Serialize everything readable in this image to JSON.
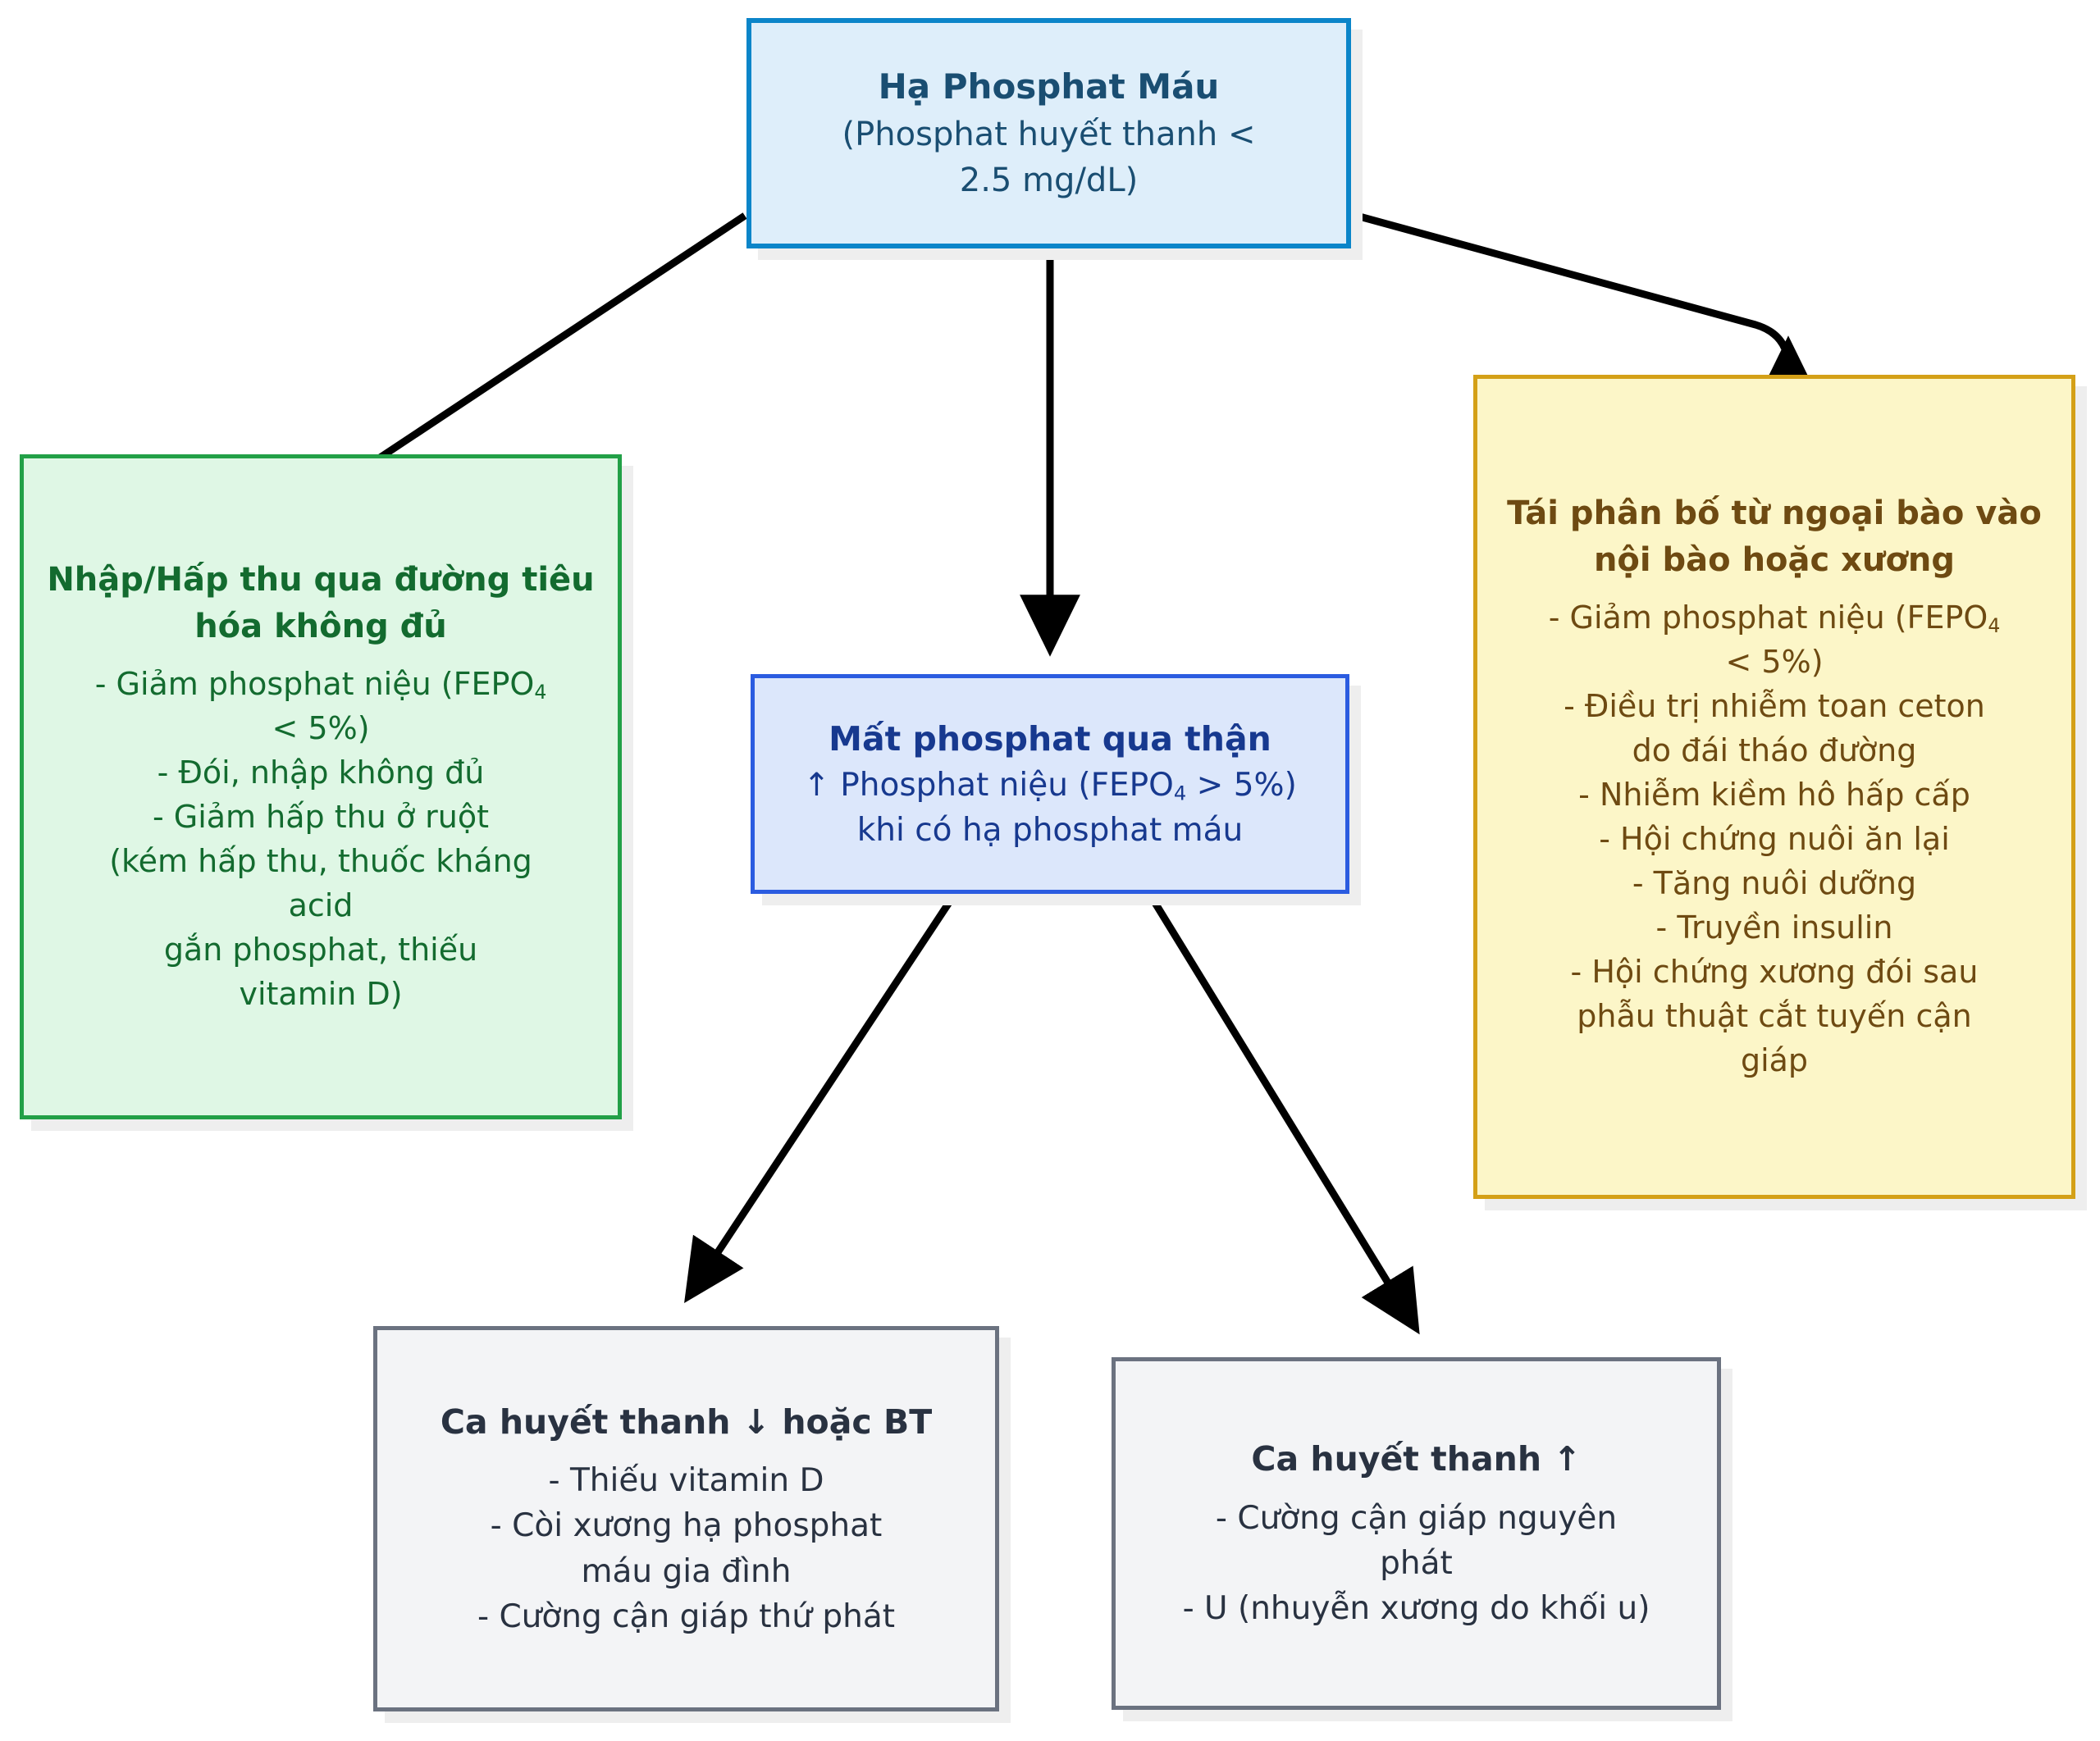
{
  "diagram": {
    "type": "flowchart",
    "title": "Hạ Phosphat Máu",
    "colors": {
      "root_border": "#0B85C9",
      "root_fill": "#DEEEFA",
      "root_text": "#1A4E72",
      "gi_border": "#22A047",
      "gi_fill": "#DFF7E5",
      "gi_text": "#136B2F",
      "renal_border": "#2B5CE0",
      "renal_fill": "#DCE7FB",
      "renal_text": "#17398F",
      "redistribution_border": "#D4A017",
      "redistribution_fill": "#FCF6C8",
      "redistribution_text": "#6E4A12",
      "neutral_border": "#6B7280",
      "neutral_fill": "#F3F4F6",
      "neutral_text": "#293241",
      "edge": "#000000",
      "shadow": "#EEEEEE",
      "background": "#FFFFFF"
    }
  },
  "nodes": {
    "root": {
      "title": "Hạ Phosphat Máu",
      "line1": "(Phosphat huyết thanh <",
      "line2": "2.5 mg/dL)"
    },
    "gi_intake": {
      "title_line1": "Nhập/Hấp thu qua đường",
      "title_line2": "tiêu hóa không đủ",
      "lines": [
        "- Giảm phosphat niệu (FEPO",
        "< 5%)",
        "- Đói, nhập không đủ",
        "- Giảm hấp thu ở ruột",
        "(kém hấp thu, thuốc kháng",
        "acid",
        "gắn phosphat, thiếu",
        "vitamin D)"
      ],
      "subscript": "4"
    },
    "renal_loss": {
      "title": "Mất phosphat qua thận",
      "line1_pre": "↑ Phosphat niệu (FEPO",
      "line1_sub": "4",
      "line1_post": " > 5%)",
      "line2": "khi có hạ phosphat máu"
    },
    "redistribution": {
      "title_line1": "Tái phân bố từ ngoại bào",
      "title_line2": "vào nội bào hoặc xương",
      "lines": [
        "- Giảm phosphat niệu (FEPO",
        "< 5%)",
        "- Điều trị nhiễm toan ceton",
        "do đái tháo đường",
        "- Nhiễm kiềm hô hấp cấp",
        "- Hội chứng nuôi ăn lại",
        "- Tăng nuôi dưỡng",
        "- Truyền insulin",
        "- Hội chứng xương đói sau",
        "phẫu thuật cắt tuyến cận",
        "giáp"
      ],
      "subscript": "4"
    },
    "ca_low": {
      "title": "Ca huyết thanh ↓ hoặc BT",
      "lines": [
        "- Thiếu vitamin D",
        "- Còi xương hạ phosphat",
        "máu gia đình",
        "- Cường cận giáp thứ phát"
      ]
    },
    "ca_high": {
      "title": "Ca huyết thanh ↑",
      "lines": [
        "- Cường cận giáp nguyên",
        "phát",
        "- U (nhuyễn xương do khối u)"
      ]
    }
  },
  "edges": [
    {
      "from": "root",
      "to": "gi_intake"
    },
    {
      "from": "root",
      "to": "renal_loss"
    },
    {
      "from": "root",
      "to": "redistribution"
    },
    {
      "from": "renal_loss",
      "to": "ca_low"
    },
    {
      "from": "renal_loss",
      "to": "ca_high"
    }
  ]
}
